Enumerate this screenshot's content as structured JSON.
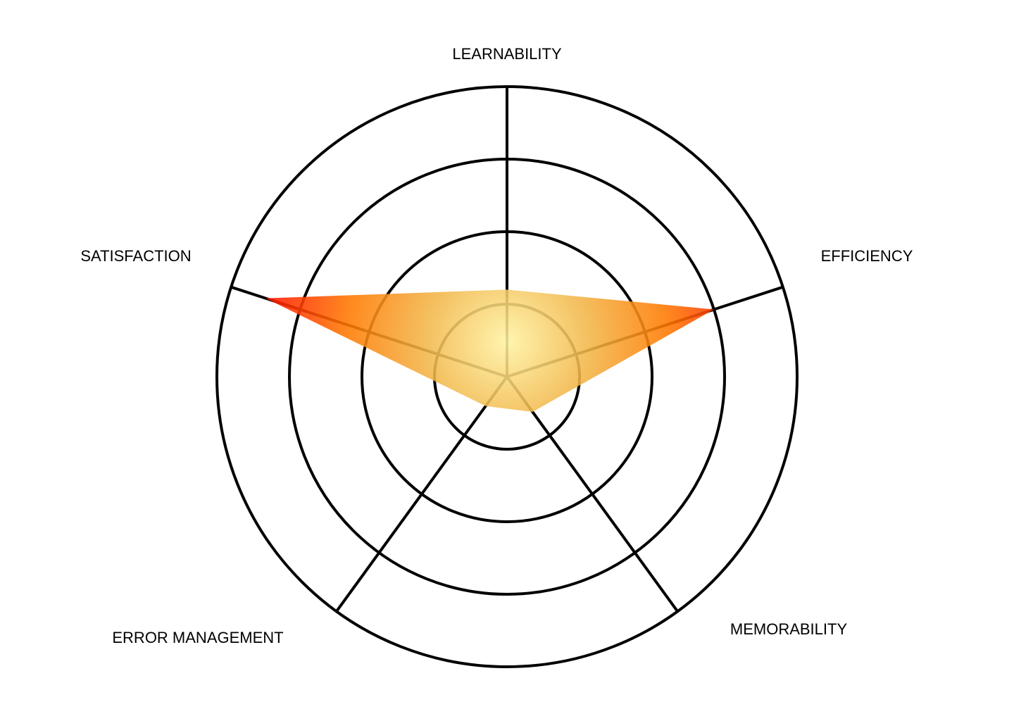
{
  "chart_data": {
    "type": "radar",
    "title": "",
    "axes": [
      "LEARNABILITY",
      "EFFICIENCY",
      "MEMORABILITY",
      "ERROR MANAGEMENT",
      "SATISFACTION"
    ],
    "scale": {
      "min": 0,
      "max": 4,
      "rings": [
        1,
        2,
        3,
        4
      ]
    },
    "series": [
      {
        "values": [
          1.2,
          3.0,
          0.6,
          0.5,
          3.5
        ],
        "gradient": [
          "#fff3a3",
          "#f2b84b",
          "#ff7a00",
          "#ff1a00"
        ]
      }
    ],
    "grid": true,
    "legend": false
  }
}
